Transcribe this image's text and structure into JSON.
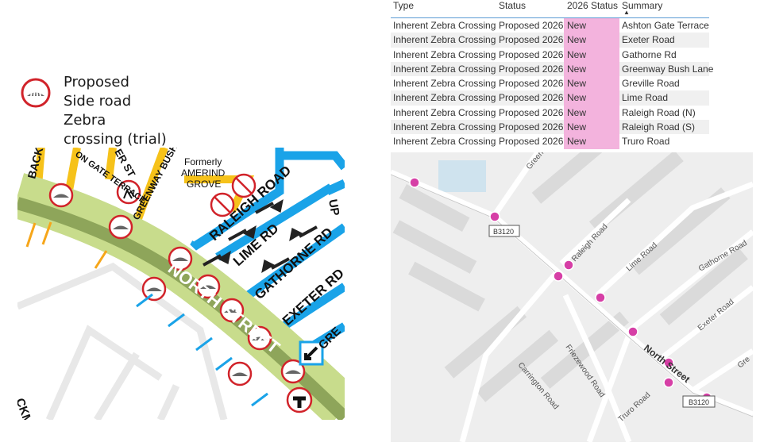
{
  "legend": {
    "icon": "zebra-crossing-icon",
    "text": "Proposed\nSide road\nZebra\ncrossing (trial)"
  },
  "scheme_map": {
    "labels": {
      "back_rd": "BACK RD",
      "ashton_gate_terrace": "ON GATE TERRACE",
      "er_st": "ER ST",
      "greenway_bush": "GREENWAY BUSH",
      "formerly": "Formerly\nAMERIND\nGROVE",
      "raleigh_road": "RALEIGH ROAD",
      "lime_rd": "LIME RD",
      "gathorne_rd": "GATHORNE RD",
      "exeter_rd": "EXETER RD",
      "north_street": "NORTH STREET",
      "up": "UP",
      "gre": "GRE",
      "ckm": "CKM"
    },
    "colors": {
      "main_road": "#c8dc8c",
      "main_road_center": "#8ea55a",
      "side_road_blue": "#1aa3e8",
      "side_road_yellow": "#f6c21a",
      "crossing_ring": "#d1232a"
    }
  },
  "table": {
    "headers": [
      "Type",
      "Status",
      "2026 Status",
      "Summary"
    ],
    "sorted_column": "Summary",
    "rows": [
      [
        "Inherent Zebra Crossing",
        "Proposed 2026",
        "New",
        "Ashton Gate Terrace"
      ],
      [
        "Inherent Zebra Crossing",
        "Proposed 2026",
        "New",
        "Exeter Road"
      ],
      [
        "Inherent Zebra Crossing",
        "Proposed 2026",
        "New",
        "Gathorne Rd"
      ],
      [
        "Inherent Zebra Crossing",
        "Proposed 2026",
        "New",
        "Greenway Bush Lane"
      ],
      [
        "Inherent Zebra Crossing",
        "Proposed 2026",
        "New",
        "Greville Road"
      ],
      [
        "Inherent Zebra Crossing",
        "Proposed 2026",
        "New",
        "Lime Road"
      ],
      [
        "Inherent Zebra Crossing",
        "Proposed 2026",
        "New",
        "Raleigh Road (N)"
      ],
      [
        "Inherent Zebra Crossing",
        "Proposed 2026",
        "New",
        "Raleigh Road (S)"
      ],
      [
        "Inherent Zebra Crossing",
        "Proposed 2026",
        "New",
        "Truro Road"
      ]
    ],
    "status_color": "#f3b3dd"
  },
  "ref_map": {
    "labels": {
      "green": "Green",
      "b3120_a": "B3120",
      "raleigh_road": "Raleigh Road",
      "lime_road": "Lime Road",
      "gathorne_road": "Gathorne Road",
      "exeter_road": "Exeter Road",
      "north_street": "North Street",
      "carrington_road": "Carrington Road",
      "friezewood_road": "Friezewood Road",
      "truro_road": "Truro Road",
      "b3120_b": "B3120",
      "gre": "Gre"
    },
    "marker_color": "#d63fa6"
  }
}
